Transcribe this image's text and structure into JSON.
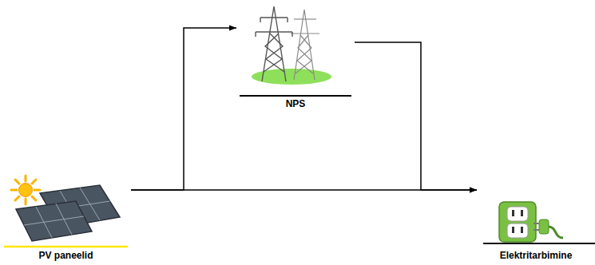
{
  "diagram": {
    "nodes": [
      {
        "text": [
          "PV paneelid"
        ]
      },
      {
        "text": [
          "NPS"
        ]
      },
      {
        "text": [
          "Elektritarbimine"
        ]
      }
    ],
    "edges": [
      {
        "from": 0,
        "to": 1,
        "arrow": "to"
      },
      {
        "from": 0,
        "to": 2,
        "arrow": "to"
      },
      {
        "from": 1,
        "to": 2,
        "arrow": "to"
      }
    ]
  }
}
